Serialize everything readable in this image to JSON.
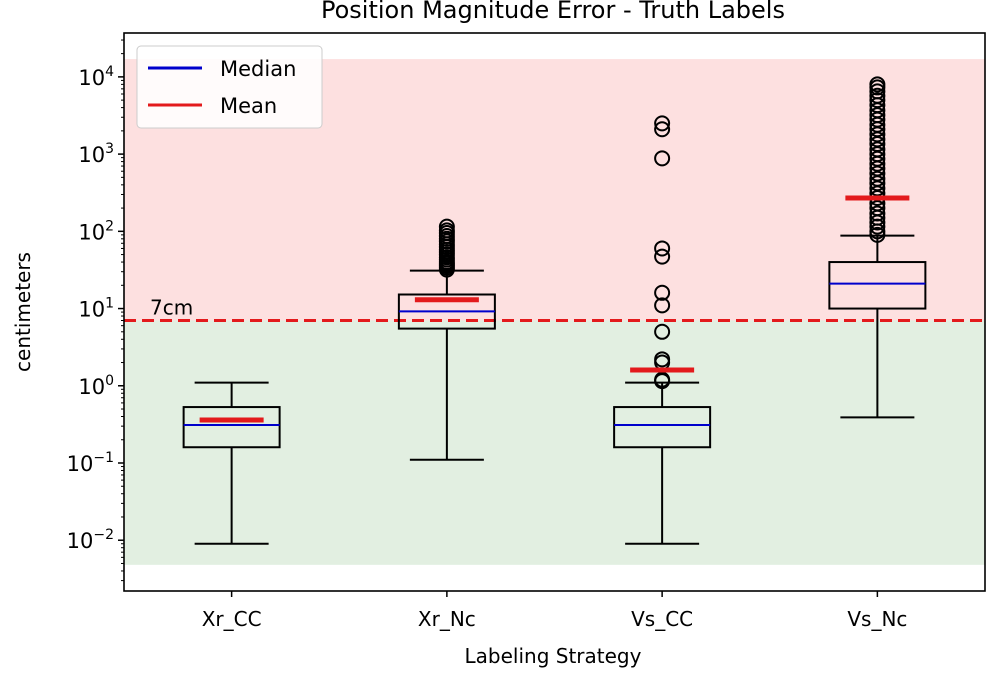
{
  "chart_data": {
    "type": "box",
    "title": "Position Magnitude Error - Truth Labels",
    "xlabel": "Labeling Strategy",
    "ylabel": "centimeters",
    "yscale": "log",
    "ylim": [
      0.0022,
      37000
    ],
    "yticks": [
      {
        "value": 0.01,
        "base": "10",
        "exp": "−2"
      },
      {
        "value": 0.1,
        "base": "10",
        "exp": "−1"
      },
      {
        "value": 1,
        "base": "10",
        "exp": "0"
      },
      {
        "value": 10,
        "base": "10",
        "exp": "1"
      },
      {
        "value": 100,
        "base": "10",
        "exp": "2"
      },
      {
        "value": 1000,
        "base": "10",
        "exp": "3"
      },
      {
        "value": 10000,
        "base": "10",
        "exp": "4"
      }
    ],
    "categories": [
      "Xr_CC",
      "Xr_Nc",
      "Vs_CC",
      "Vs_Nc"
    ],
    "boxes": [
      {
        "whisker_low": 0.009,
        "q1": 0.16,
        "median": 0.31,
        "q3": 0.53,
        "whisker_high": 1.1,
        "mean": 0.36,
        "outliers": []
      },
      {
        "whisker_low": 0.11,
        "q1": 5.5,
        "median": 9.2,
        "q3": 15.2,
        "whisker_high": 31,
        "mean": 13,
        "outliers": [
          32,
          34,
          36,
          38,
          40,
          43,
          46,
          50,
          54,
          58,
          63,
          68,
          74,
          80,
          87,
          95,
          103,
          115
        ]
      },
      {
        "whisker_low": 0.009,
        "q1": 0.16,
        "median": 0.31,
        "q3": 0.53,
        "whisker_high": 1.1,
        "mean": 1.6,
        "outliers": [
          1.15,
          1.2,
          2.0,
          2.2,
          5,
          11,
          16,
          47,
          60,
          880,
          2100,
          2500
        ]
      },
      {
        "whisker_low": 0.39,
        "q1": 10,
        "median": 21,
        "q3": 40,
        "whisker_high": 88,
        "mean": 270,
        "outliers": [
          90,
          100,
          115,
          130,
          150,
          170,
          200,
          230,
          270,
          310,
          360,
          420,
          480,
          560,
          650,
          750,
          870,
          1000,
          1150,
          1350,
          1550,
          1800,
          2100,
          2400,
          2800,
          3200,
          3700,
          4300,
          5000,
          5700,
          6500,
          7300,
          8000
        ]
      }
    ],
    "threshold": {
      "value": 7,
      "label": "7cm",
      "color": "#e31a1c",
      "style": "dashed"
    },
    "regions": [
      {
        "from": 7,
        "to": 17000,
        "color": "#fde0e0"
      },
      {
        "from": 0.0048,
        "to": 7,
        "color": "#e2efe1"
      }
    ],
    "legend": {
      "placement": "top-left",
      "entries": [
        {
          "label": "Median",
          "color": "#0000cc"
        },
        {
          "label": "Mean",
          "color": "#e31a1c"
        }
      ]
    },
    "grid": false
  }
}
